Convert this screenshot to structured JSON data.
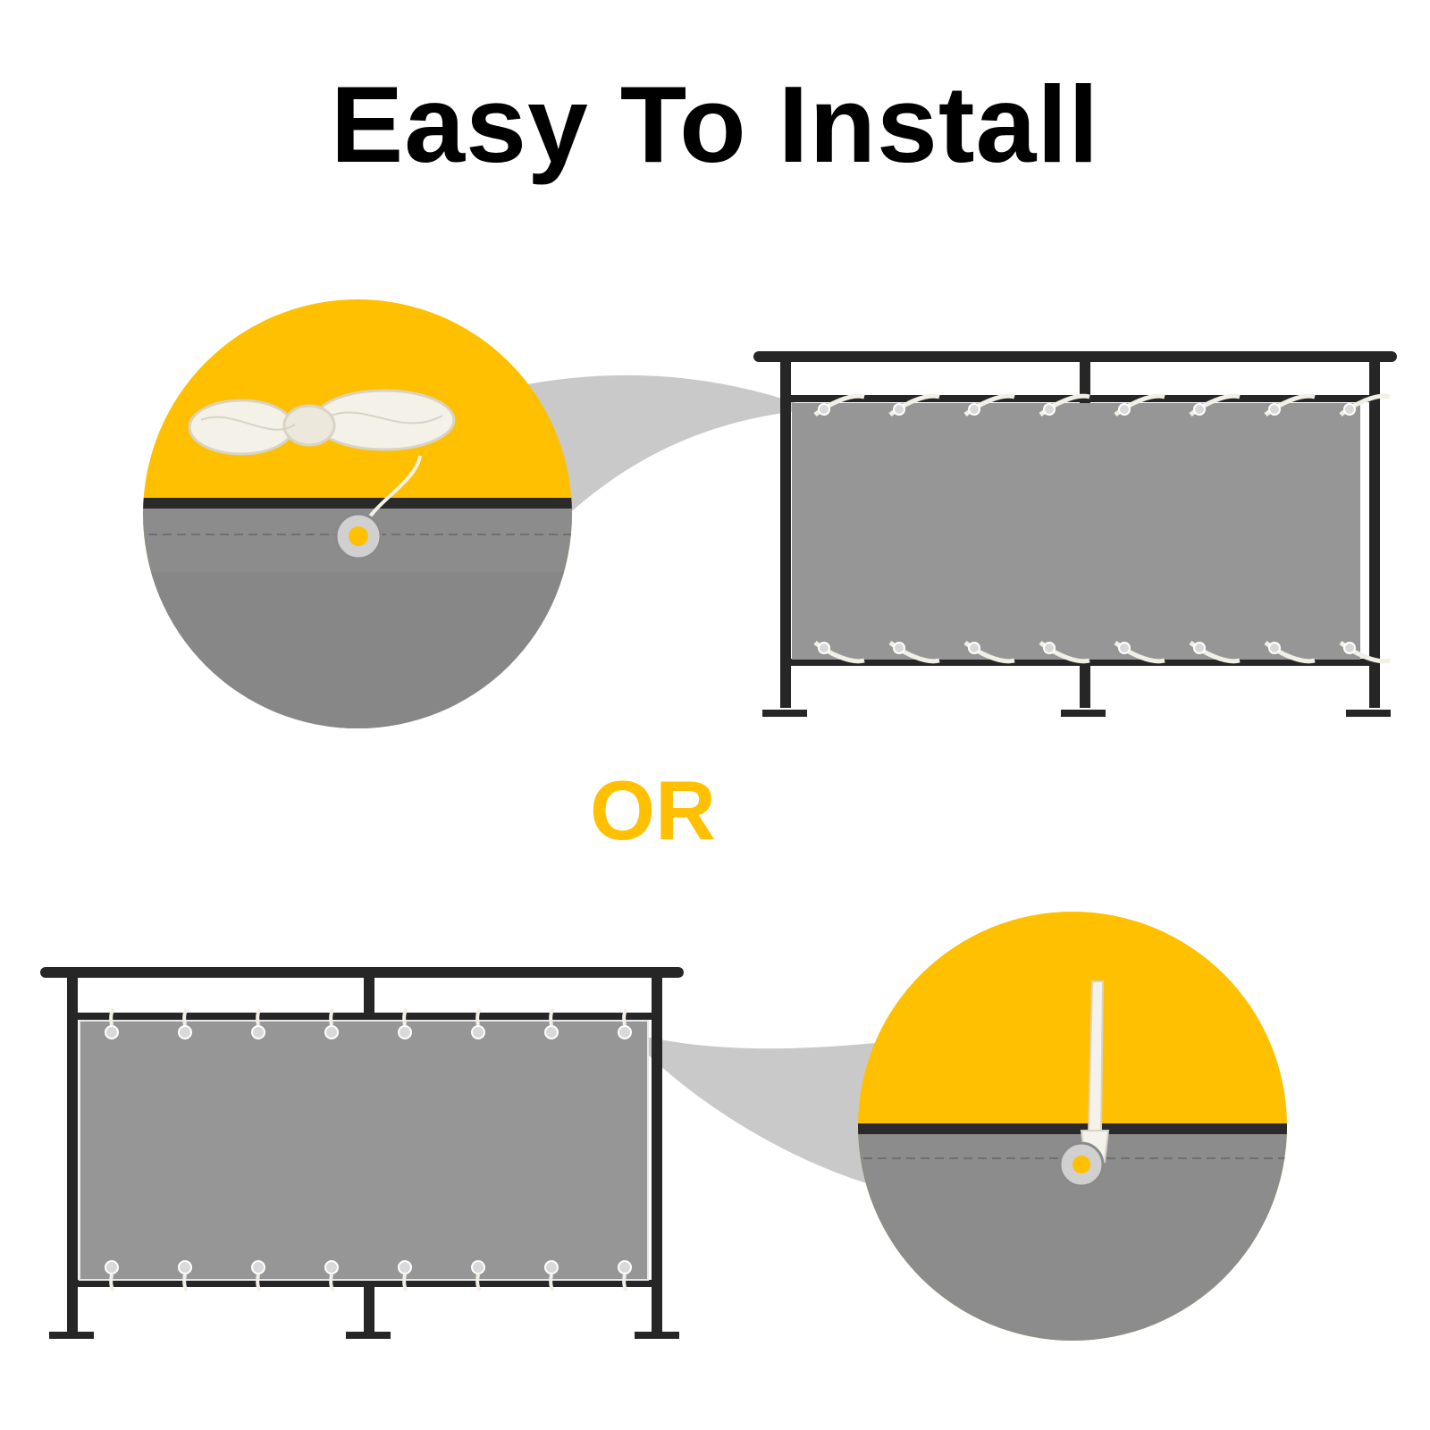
{
  "headline": "Easy To Install",
  "divider_text": "OR",
  "colors": {
    "accent": "#fec000",
    "rail": "#262626",
    "screen": "#9b9b9b",
    "screen_dark": "#8f8f8f",
    "callout": "#c9c9c9",
    "rope": "#f2efe6",
    "grommet": "#d9d9d9"
  },
  "options": [
    {
      "method": "rope",
      "icon": "rope-coil-icon",
      "grommets_per_edge": 8
    },
    {
      "method": "cable-tie",
      "icon": "cable-tie-icon",
      "grommets_per_edge": 8
    }
  ]
}
